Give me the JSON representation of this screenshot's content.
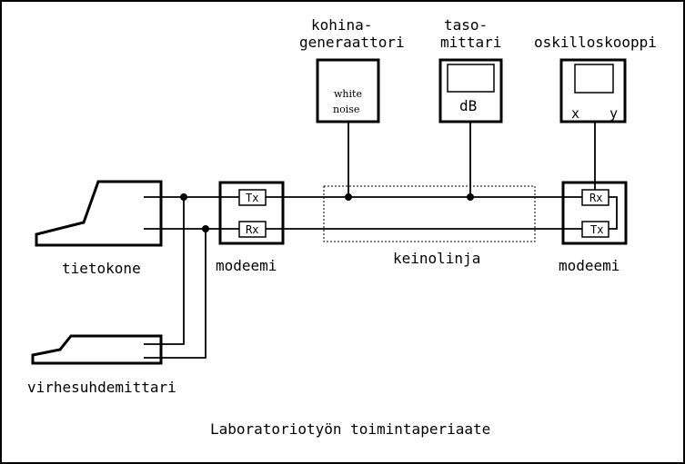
{
  "devices": {
    "noise_generator": {
      "label_line1": "kohina-",
      "label_line2": "generaattori",
      "inner_line1": "white",
      "inner_line2": "noise"
    },
    "level_meter": {
      "label_line1": "taso-",
      "label_line2": "mittari",
      "inner": "dB"
    },
    "oscilloscope": {
      "label": "oskilloskooppi",
      "x_label": "x",
      "y_label": "y"
    },
    "computer": {
      "label": "tietokone"
    },
    "error_meter": {
      "label": "virhesuhdemittari"
    },
    "modem_left": {
      "label": "modeemi",
      "tx": "Tx",
      "rx": "Rx"
    },
    "modem_right": {
      "label": "modeemi",
      "rx": "Rx",
      "tx": "Tx"
    },
    "line": {
      "label": "keinolinja"
    }
  },
  "caption": "Laboratoriotyön toimintaperiaate"
}
